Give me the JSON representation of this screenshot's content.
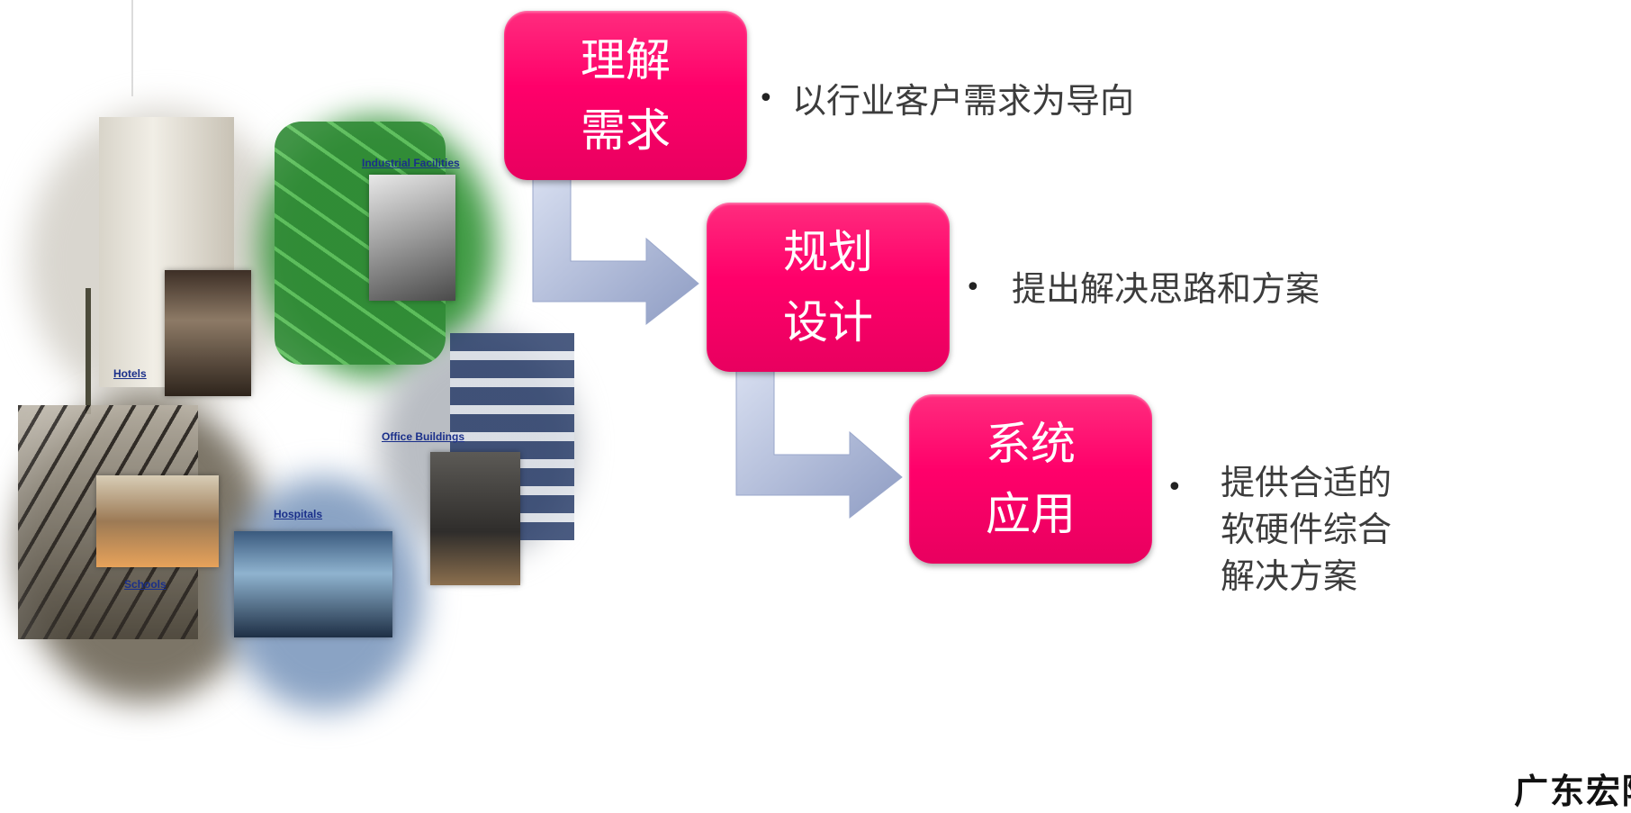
{
  "collage_labels": {
    "hotels": "Hotels",
    "industrial": "Industrial Facilities",
    "office": "Office Buildings",
    "hospitals": "Hospitals",
    "schools": "Schools"
  },
  "steps": [
    {
      "line1": "理解",
      "line2": "需求",
      "bullet": "以行业客户需求为导向"
    },
    {
      "line1": "规划",
      "line2": "设计",
      "bullet": "提出解决思路和方案"
    },
    {
      "line1": "系统",
      "line2": "应用",
      "bullet_lines": [
        "提供合适的",
        "软硬件综合",
        "解决方案"
      ]
    }
  ],
  "signature": "广东宏陶",
  "colors": {
    "box": "#ff006a",
    "arrow": "#a8b4d4",
    "text": "#3c3c3c"
  }
}
